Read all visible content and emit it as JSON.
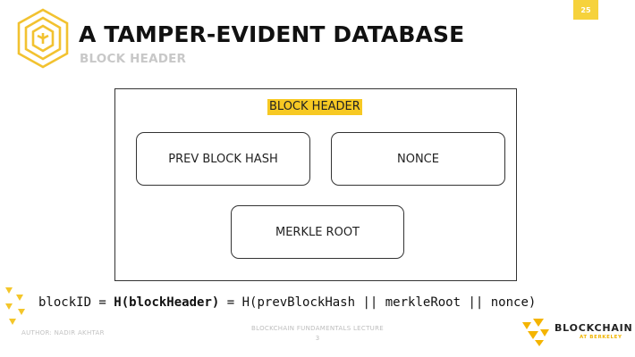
{
  "slide": {
    "page_number": "25",
    "title": "A TAMPER-EVIDENT DATABASE",
    "subtitle": "BLOCK HEADER"
  },
  "diagram": {
    "container_label": "BLOCK HEADER",
    "fields": [
      "PREV BLOCK HASH",
      "NONCE",
      "MERKLE ROOT"
    ]
  },
  "formula": {
    "lhs": "blockID = ",
    "bold_part": "H(blockHeader)",
    "rhs": " = H(prevBlockHash || merkleRoot || nonce)"
  },
  "footer": {
    "author": "AUTHOR: NADIR AKHTAR",
    "lecture": "BLOCKCHAIN FUNDAMENTALS LECTURE",
    "lecture_number": "3",
    "brand_name": "BLOCKCHAIN",
    "brand_sub": "AT BERKELEY"
  },
  "colors": {
    "accent": "#f7c923",
    "text": "#111111",
    "muted": "#c8c8c8"
  },
  "icons": {
    "logo": "nested-cube-logo-icon",
    "brand": "blockchain-at-berkeley-logo-icon",
    "decoration": "yellow-triangles-icon"
  }
}
